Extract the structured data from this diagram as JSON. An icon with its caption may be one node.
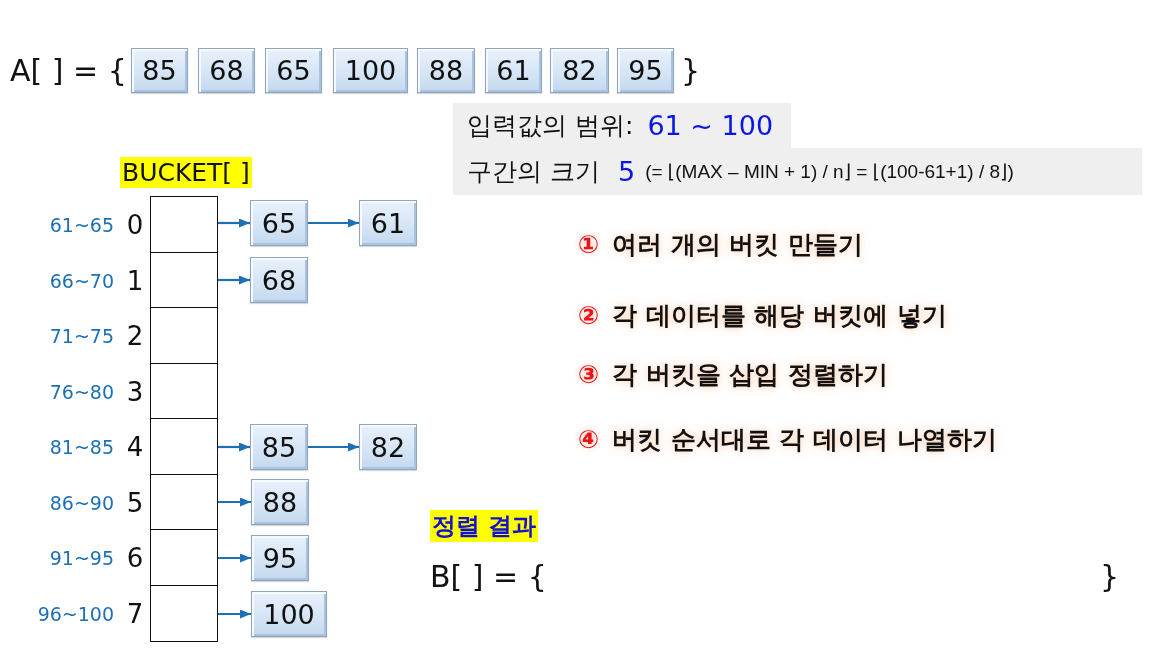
{
  "diagram": {
    "nodes": [
      {
        "text": [
          "85"
        ]
      },
      {
        "text": [
          "68"
        ]
      },
      {
        "text": [
          "65"
        ]
      },
      {
        "text": [
          "100"
        ]
      },
      {
        "text": [
          "88"
        ]
      },
      {
        "text": [
          "61"
        ]
      },
      {
        "text": [
          "82"
        ]
      },
      {
        "text": [
          "95"
        ]
      },
      {
        "text": [],
        "shape": "box",
        "beside": [
          "61~65",
          "0"
        ]
      },
      {
        "text": [],
        "shape": "box",
        "beside": [
          "66~70",
          "1"
        ]
      },
      {
        "text": [],
        "shape": "box",
        "beside": [
          "71~75",
          "2"
        ]
      },
      {
        "text": [],
        "shape": "box",
        "beside": [
          "76~80",
          "3"
        ]
      },
      {
        "text": [],
        "shape": "box",
        "beside": [
          "81~85",
          "4"
        ]
      },
      {
        "text": [],
        "shape": "box",
        "beside": [
          "86~90",
          "5"
        ]
      },
      {
        "text": [],
        "shape": "box",
        "beside": [
          "91~95",
          "6"
        ]
      },
      {
        "text": [],
        "shape": "box",
        "beside": [
          "96~100",
          "7"
        ]
      },
      {
        "text": [
          "65"
        ]
      },
      {
        "text": [
          "61"
        ]
      },
      {
        "text": [
          "68"
        ]
      },
      {
        "text": [
          "85"
        ]
      },
      {
        "text": [
          "82"
        ]
      },
      {
        "text": [
          "88"
        ]
      },
      {
        "text": [
          "95"
        ]
      },
      {
        "text": [
          "100"
        ]
      }
    ],
    "edges": [
      {
        "from": 8,
        "to": 16,
        "arrow": "to"
      },
      {
        "from": 16,
        "to": 17,
        "arrow": "to"
      },
      {
        "from": 9,
        "to": 18,
        "arrow": "to"
      },
      {
        "from": 12,
        "to": 19,
        "arrow": "to"
      },
      {
        "from": 19,
        "to": 20,
        "arrow": "to"
      },
      {
        "from": 13,
        "to": 21,
        "arrow": "to"
      },
      {
        "from": 14,
        "to": 22,
        "arrow": "to"
      },
      {
        "from": 15,
        "to": 23,
        "arrow": "to"
      }
    ],
    "labels": [
      "A[ ] = {",
      "}",
      "입력값의 범위:",
      "61 ~ 100",
      "BUCKET[ ]",
      "구간의 크기",
      "5",
      "(= ⌊(MAX – MIN + 1) / n⌋ = ⌊(100-61+1) / 8⌋)",
      "①",
      "여러 개의 버킷 만들기",
      "②",
      "각 데이터를 해당 버킷에 넣기",
      "③",
      "각 버킷을 삽입 정렬하기",
      "④",
      "버킷 순서대로 각 데이터 나열하기",
      "정렬 결과",
      "B[ ] = {",
      "}"
    ]
  }
}
